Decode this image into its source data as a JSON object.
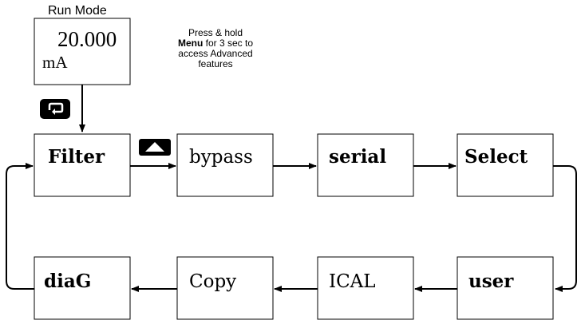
{
  "run_mode": {
    "title": "Run Mode",
    "display_value": "20.000",
    "display_unit": "mA"
  },
  "advanced_note": {
    "line1": "Press  & hold",
    "line2_bold": "Menu",
    "line2_rest": " for 3 sec to",
    "line3": "access Advanced",
    "line4": "features"
  },
  "buttons": {
    "enter_icon": "enter-return-icon",
    "up_icon": "up-arrow-icon"
  },
  "menu": {
    "top_row": [
      "Filter",
      "bypass",
      "serial",
      "Select"
    ],
    "bottom_row": [
      "diaG",
      "Copy",
      "ICAL",
      "user"
    ]
  },
  "colors": {
    "line": "#000000",
    "button_fill": "#000000",
    "button_glyph": "#ffffff"
  }
}
